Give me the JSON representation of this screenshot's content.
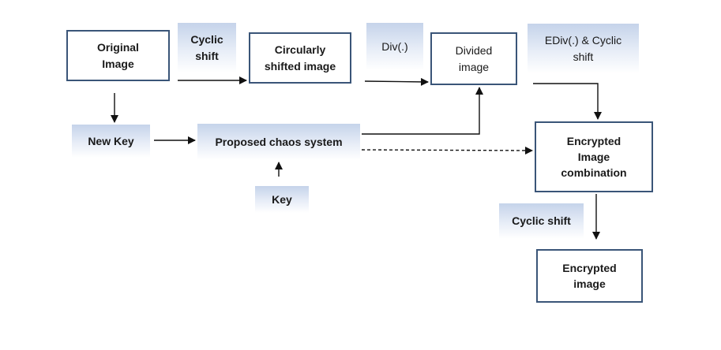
{
  "nodes": {
    "original_image": "Original\nImage",
    "cyclic_shift_1": "Cyclic\nshift",
    "circularly_shifted_image": "Circularly\nshifted image",
    "div_op": "Div(.)",
    "divided_image": "Divided\nimage",
    "ediv_cyclic_shift": "EDiv(.) & Cyclic\nshift",
    "new_key": "New Key",
    "proposed_chaos_system": "Proposed chaos system",
    "key": "Key",
    "encrypted_image_combination": "Encrypted\nImage\ncombination",
    "cyclic_shift_2": "Cyclic shift",
    "encrypted_image": "Encrypted\nimage"
  },
  "colors": {
    "box_border": "#3a5578",
    "label_gradient_top": "#c5d3ea",
    "arrow": "#111111"
  }
}
